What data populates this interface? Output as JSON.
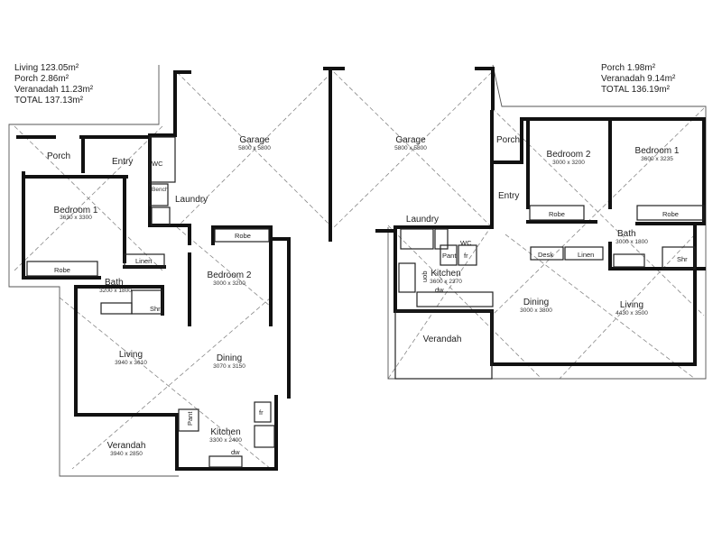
{
  "left_unit": {
    "areas": [
      "Living 123.05m²",
      "Porch 2.86m²",
      "Veranadah 11.23m²",
      "TOTAL 137.13m²"
    ],
    "rooms": {
      "garage": {
        "name": "Garage",
        "dims": "5800 x 5800"
      },
      "porch": {
        "name": "Porch"
      },
      "entry": {
        "name": "Entry"
      },
      "wc": {
        "name": "WC"
      },
      "bench": {
        "name": "Bench"
      },
      "laundry": {
        "name": "Laundry"
      },
      "bedroom1": {
        "name": "Bedroom 1",
        "dims": "3630 x 3300"
      },
      "robe1": {
        "name": "Robe"
      },
      "linen": {
        "name": "Linen"
      },
      "bath": {
        "name": "Bath",
        "dims": "3200 x 1800"
      },
      "shr": {
        "name": "Shr"
      },
      "robe2": {
        "name": "Robe"
      },
      "bedroom2": {
        "name": "Bedroom 2",
        "dims": "3000 x 3200"
      },
      "living": {
        "name": "Living",
        "dims": "3940 x 3610"
      },
      "dining": {
        "name": "Dining",
        "dims": "3070 x 3150"
      },
      "pant": {
        "name": "Pant"
      },
      "fr": {
        "name": "fr"
      },
      "kitchen": {
        "name": "Kitchen",
        "dims": "3300 x 2400"
      },
      "dw": {
        "name": "dw"
      },
      "verandah": {
        "name": "Verandah",
        "dims": "3940 x 2850"
      }
    }
  },
  "right_unit": {
    "areas": [
      "Porch 1.98m²",
      "Veranadah 9.14m²",
      "TOTAL 136.19m²"
    ],
    "rooms": {
      "garage": {
        "name": "Garage",
        "dims": "5800 x 5800"
      },
      "porch": {
        "name": "Porch"
      },
      "entry": {
        "name": "Entry"
      },
      "bedroom2": {
        "name": "Bedroom 2",
        "dims": "3000 x 3200"
      },
      "robe2": {
        "name": "Robe"
      },
      "bedroom1": {
        "name": "Bedroom 1",
        "dims": "3600 x 3235"
      },
      "robe1": {
        "name": "Robe"
      },
      "laundry": {
        "name": "Laundry"
      },
      "wc": {
        "name": "WC"
      },
      "pant": {
        "name": "Pant"
      },
      "fr": {
        "name": "fr"
      },
      "kitchen": {
        "name": "Kitchen",
        "dims": "3600 x 2370"
      },
      "uob": {
        "name": "uob"
      },
      "dw": {
        "name": "dw"
      },
      "desk": {
        "name": "Desk"
      },
      "linen": {
        "name": "Linen"
      },
      "bath": {
        "name": "Bath",
        "dims": "3000 x 1800"
      },
      "shr": {
        "name": "Shr"
      },
      "dining": {
        "name": "Dining",
        "dims": "3000 x 3800"
      },
      "living": {
        "name": "Living",
        "dims": "4430 x 3500"
      },
      "verandah": {
        "name": "Verandah"
      }
    }
  }
}
